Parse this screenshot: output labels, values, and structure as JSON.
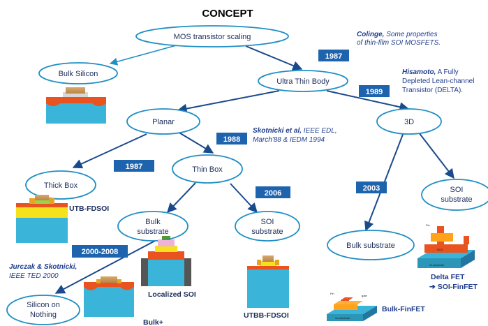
{
  "title": "CONCEPT",
  "nodes": {
    "mos": "MOS transistor scaling",
    "bulk_silicon": "Bulk Silicon",
    "utb": "Ultra Thin Body",
    "planar": "Planar",
    "three_d": "3D",
    "thick_box": "Thick Box",
    "thin_box": "Thin Box",
    "bulk_substrate_1": "Bulk",
    "bulk_substrate_2": "substrate",
    "soi_substrate_1": "SOI",
    "soi_substrate_2": "substrate",
    "son_1": "Silicon on",
    "son_2": "Nothing",
    "bulk_substrate_3d": "Bulk substrate",
    "soi_substrate_3d_1": "SOI",
    "soi_substrate_3d_2": "substrate"
  },
  "years": {
    "y1987a": "1987",
    "y1989": "1989",
    "y1988": "1988",
    "y1987b": "1987",
    "y2006": "2006",
    "y2003": "2003",
    "y2000_2008": "2000-2008"
  },
  "references": {
    "colinge_author": "Colinge,",
    "colinge_rest": " Some properties",
    "colinge_line2": "of thin-film SOI MOSFETS.",
    "hisamoto_author": "Hisamoto,",
    "hisamoto_rest": " A Fully",
    "hisamoto_line2": "Depleted Lean-channel",
    "hisamoto_line3": "Transistor (DELTA).",
    "skotnicki_author": "Skotnicki et al,",
    "skotnicki_rest": " IEEE EDL,",
    "skotnicki_line2": "March'88 & IEDM 1994",
    "jurczak_author": "Jurczak & Skotnicki,",
    "jurczak_line2": "IEEE TED 2000"
  },
  "devices": {
    "utb_fdsoi": "UTB-FDSOI",
    "localized_soi": "Localized SOI",
    "utbb_fdsoi": "UTBB-FDSOI",
    "bulk_plus": "Bulk+",
    "bulk_finfet": "Bulk-FinFET",
    "delta_fet": "Delta FET",
    "soi_finfet": "➔ SOI-FinFET",
    "fin_label": "Fin",
    "gate_label": "gate",
    "si_substrate": "Si-substrate",
    "box_label": "BOX"
  },
  "colors": {
    "ellipse_stroke": "#1f8fc4",
    "arrow": "#1a4a8c",
    "badge": "#1e63ae",
    "ref_text": "#1f3d8c"
  }
}
